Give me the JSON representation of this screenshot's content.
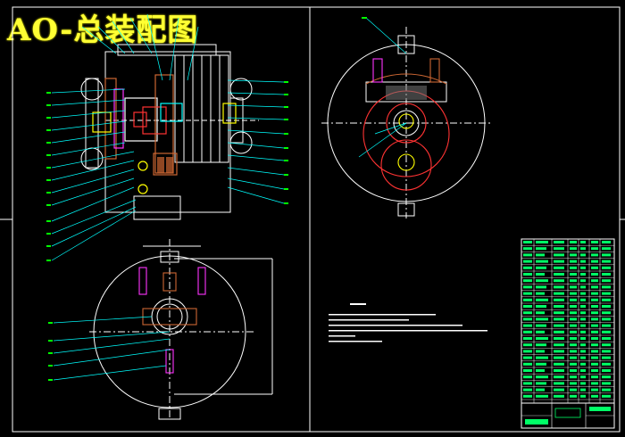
{
  "drawing": {
    "title": "AO-总装配图",
    "colors": {
      "background": "#000000",
      "title": "#ffff33",
      "frame": "#ffffff",
      "part_outline": "#ffffff",
      "leader": "#00ffff",
      "dimension": "#00ff00",
      "hidden_red": "#ff3333",
      "magenta": "#ff33ff",
      "component_brown": "#cc6633",
      "table_green": "#00ff66"
    },
    "views": [
      "front-sectional-view",
      "side-view",
      "top-view"
    ],
    "notes_present": true,
    "parts_list_present": true,
    "title_block_present": true
  }
}
